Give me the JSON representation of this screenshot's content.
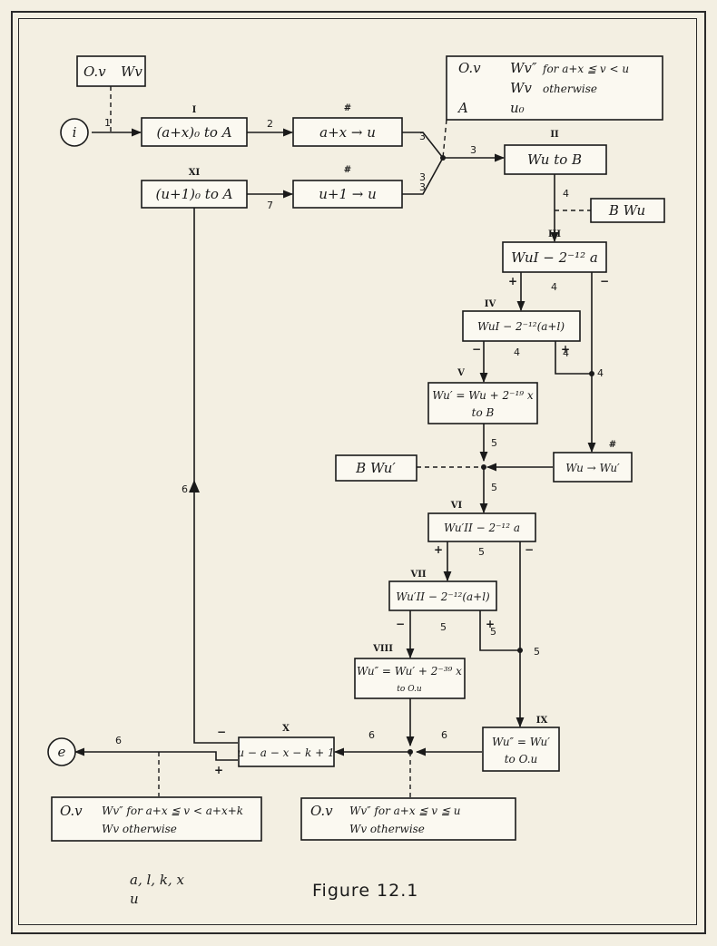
{
  "figure_caption": "Figure 12.1",
  "variables_line1": "a, l, k, x",
  "variables_line2": "u",
  "entry_label": "i",
  "exit_label": "e",
  "entry_storage": {
    "left": "O.v",
    "right": "Wv"
  },
  "top_storage": {
    "row1_left": "O.v",
    "row1_mid": "Wv″",
    "row1_right": "for a+x ≦ v < u",
    "row2_mid": "Wv",
    "row2_right": "otherwise",
    "row3_left": "A",
    "row3_mid": "u₀"
  },
  "boxes": {
    "I": {
      "roman": "I",
      "text": "(a+x)₀ to A"
    },
    "XI": {
      "roman": "XI",
      "text": "(u+1)₀ to A"
    },
    "sub1": {
      "roman": "#",
      "text": "a+x → u"
    },
    "sub2": {
      "roman": "#",
      "text": "u+1 → u"
    },
    "II": {
      "roman": "II",
      "text": "Wu to B"
    },
    "III": {
      "roman": "III",
      "text": "WuI − 2⁻¹² a"
    },
    "IV": {
      "roman": "IV",
      "text": "WuI − 2⁻¹²(a+l)"
    },
    "V": {
      "roman": "V",
      "line1": "Wu′ = Wu + 2⁻¹⁹ x",
      "line2": "to B"
    },
    "sub3": {
      "roman": "#",
      "text": "Wu → Wu′"
    },
    "VI": {
      "roman": "VI",
      "text": "Wu′II − 2⁻¹² a"
    },
    "VII": {
      "roman": "VII",
      "text": "Wu′II − 2⁻¹²(a+l)"
    },
    "VIII": {
      "roman": "VIII",
      "line1": "Wu″ = Wu′ + 2⁻³⁹ x",
      "line2": "to O.u"
    },
    "IX": {
      "roman": "IX",
      "line1": "Wu″ = Wu′",
      "line2": "to O.u"
    },
    "X": {
      "roman": "X",
      "text": "u − a − x − k + 1"
    }
  },
  "storage_B1": "B   Wu",
  "storage_B2": "B   Wu′",
  "bottom_left_storage": {
    "left": "O.v",
    "row1": "Wv″ for a+x ≦ v < a+x+k",
    "row2": "Wv  otherwise"
  },
  "bottom_right_storage": {
    "left": "O.v",
    "row1": "Wv″  for a+x ≦ v ≦ u",
    "row2": "Wv  otherwise"
  },
  "edge_numbers": [
    "1",
    "2",
    "3",
    "3",
    "3",
    "3",
    "7",
    "4",
    "4",
    "4",
    "4",
    "4",
    "5",
    "5",
    "5",
    "5",
    "5",
    "5",
    "6",
    "6",
    "6",
    "6"
  ],
  "signs": [
    "+",
    "−",
    "−",
    "+",
    "+",
    "−",
    "−",
    "+",
    "−",
    "+"
  ]
}
